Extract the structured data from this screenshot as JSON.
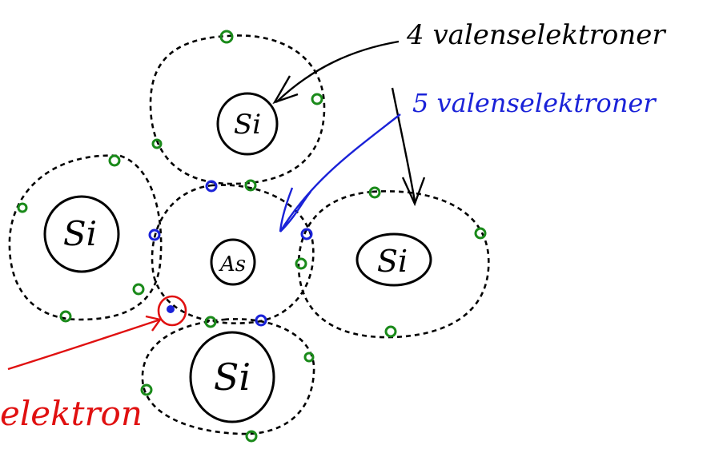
{
  "annotations": {
    "si_valence": "4 valenselektroner",
    "as_valence": "5 valenselektroner",
    "free_electron": "elektron"
  },
  "atoms": [
    {
      "id": "si-top",
      "label": "Si"
    },
    {
      "id": "si-left",
      "label": "Si"
    },
    {
      "id": "as-center",
      "label": "As"
    },
    {
      "id": "si-right",
      "label": "Si"
    },
    {
      "id": "si-bottom",
      "label": "Si"
    }
  ],
  "colors": {
    "ink": "#000000",
    "si_electron": "#1a8a1a",
    "as_electron": "#1a22d8",
    "as_annotation": "#1a22d8",
    "free_electron": "#e01010"
  }
}
